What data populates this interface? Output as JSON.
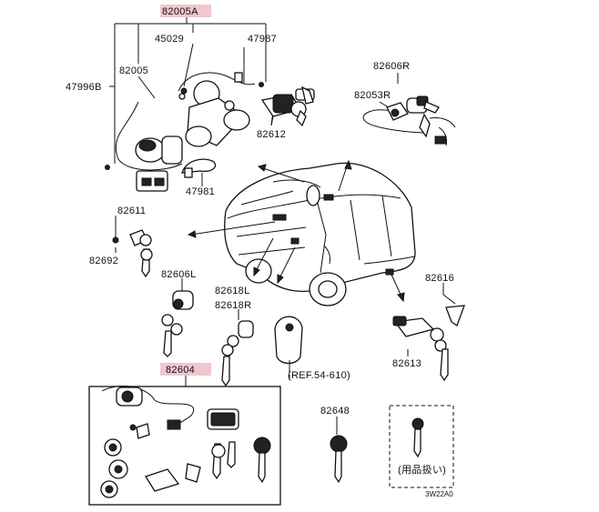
{
  "diagram": {
    "highlight_color": "#f3c6cf",
    "labels": {
      "p82005A": "82005A",
      "p45029": "45029",
      "p47987": "47987",
      "p82005": "82005",
      "p47996B": "47996B",
      "p82612": "82612",
      "p47981": "47981",
      "p82606R": "82606R",
      "p82053R": "82053R",
      "p82611": "82611",
      "p82692": "82692",
      "p82606L": "82606L",
      "p82618L": "82618L",
      "p82618R": "82618R",
      "p82616": "82616",
      "p82613": "82613",
      "p82604": "82604",
      "ref": "(REF.54-610)",
      "p82648": "82648",
      "jp_note": "(用品扱い)",
      "code": "3W22A0"
    }
  }
}
